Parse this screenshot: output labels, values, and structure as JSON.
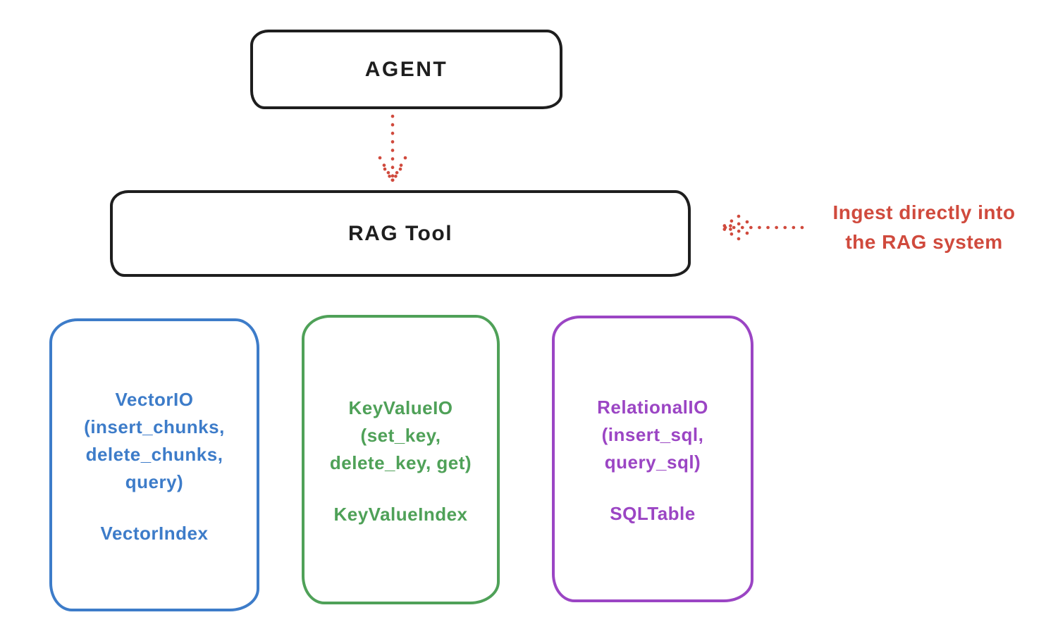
{
  "colors": {
    "background": "#ffffff",
    "ink": "#1e1e1e",
    "red": "#d04a3d"
  },
  "diagram": {
    "agent": {
      "label": "AGENT"
    },
    "rag_tool": {
      "label": "RAG Tool"
    },
    "annotation": {
      "lines": [
        "Ingest directly into",
        "the RAG system"
      ]
    },
    "arrows": [
      {
        "name": "agent-to-rag-tool",
        "style": "dotted",
        "direction": "down"
      },
      {
        "name": "annotation-to-rag-tool",
        "style": "dotted",
        "direction": "left"
      }
    ],
    "storage": [
      {
        "name": "vector-io",
        "color": "#3d7cc9",
        "lines": [
          "VectorIO",
          "(insert_chunks,",
          "delete_chunks,",
          "query)"
        ],
        "index_label": "VectorIndex"
      },
      {
        "name": "keyvalue-io",
        "color": "#4fa158",
        "lines": [
          "KeyValueIO",
          "(set_key,",
          "delete_key, get)"
        ],
        "index_label": "KeyValueIndex"
      },
      {
        "name": "relational-io",
        "color": "#9b45c4",
        "lines": [
          "RelationalIO",
          "(insert_sql,",
          "query_sql)"
        ],
        "index_label": "SQLTable"
      }
    ]
  }
}
